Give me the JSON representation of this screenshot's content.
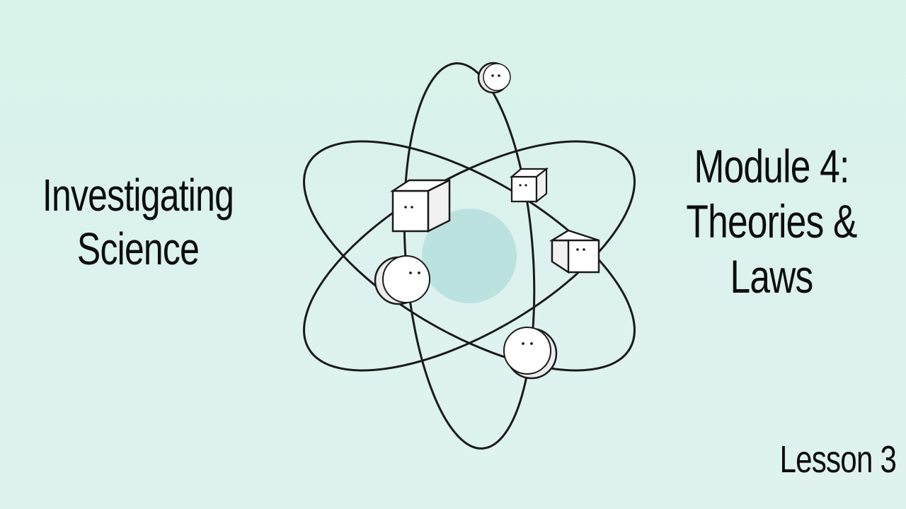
{
  "slide": {
    "left_title_line1": "Investigating",
    "left_title_line2": "Science",
    "right_title_line1": "Module 4:",
    "right_title_line2": "Theories &",
    "right_title_line3": "Laws",
    "lesson_label": "Lesson 3"
  },
  "illustration": {
    "icon": "atom-icon",
    "nucleus_color": "#b7e0dc",
    "line_color": "#1a1a1a",
    "particle_fill": "#ffffff"
  },
  "colors": {
    "background": "#dcf2ee",
    "text": "#0d0d0d"
  }
}
